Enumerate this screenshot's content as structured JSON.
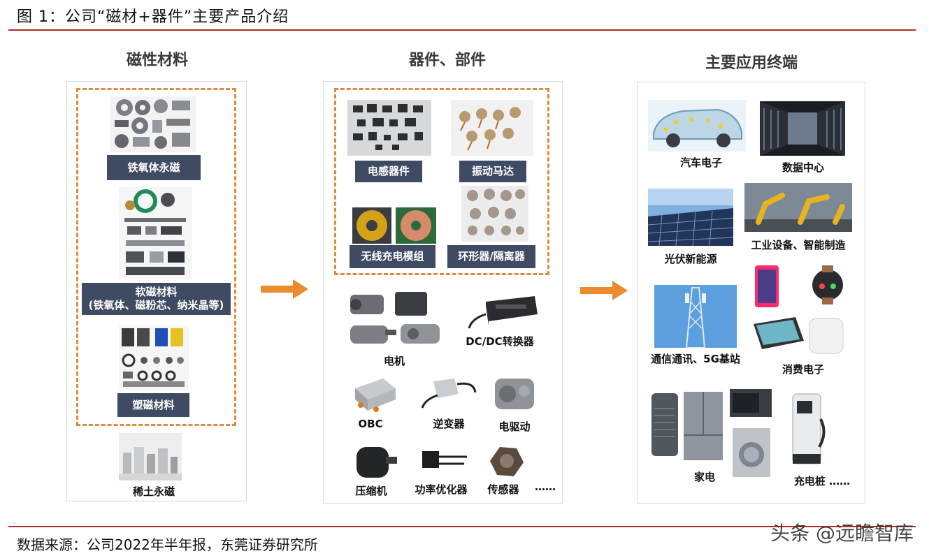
{
  "figure": {
    "title": "图 1：公司“磁材+器件”主要产品介绍",
    "source": "数据来源：公司2022年半年报，东莞证券研究所",
    "watermark": "头条 @远瞻智库"
  },
  "columns": {
    "materials": {
      "title": "磁性材料",
      "items": [
        "铁氧体永磁",
        "软磁材料\n(铁氧体、磁粉芯、纳米晶等)",
        "塑磁材料",
        "稀土永磁"
      ]
    },
    "components": {
      "title": "器件、部件",
      "items": [
        "电感器件",
        "振动马达",
        "无线充电模组",
        "环形器/隔离器",
        "DC/DC转换器",
        "电机",
        "OBC",
        "逆变器",
        "电驱动",
        "压缩机",
        "功率优化器",
        "传感器",
        "……"
      ]
    },
    "applications": {
      "title": "主要应用终端",
      "items": [
        "汽车电子",
        "数据中心",
        "光伏新能源",
        "工业设备、智能制造",
        "通信通讯、5G基站",
        "消费电子",
        "家电",
        "充电桩 ……"
      ]
    }
  },
  "colors": {
    "rule": "#b22a2a",
    "dashed": "#e08a3c",
    "label_bg": "#3f4a63",
    "arrow": "#ec8a2e"
  }
}
